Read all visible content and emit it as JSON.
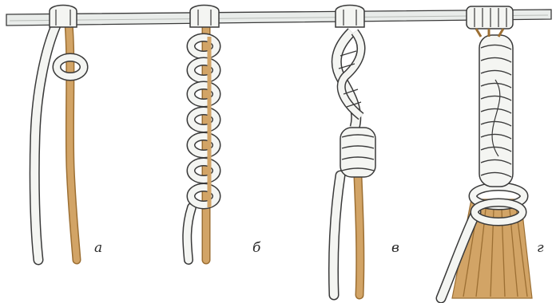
{
  "panels": [
    {
      "label": "а",
      "technique": "loop-around-core"
    },
    {
      "label": "б",
      "technique": "repeated-half-hitch-chain"
    },
    {
      "label": "в",
      "technique": "twisted-spiral-then-wrap"
    },
    {
      "label": "г",
      "technique": "spiral-wrap-bundle-fringe"
    }
  ],
  "colors": {
    "rod": "#e9ecea",
    "cord_white": "#f4f5f2",
    "cord_outline": "#3a3a3a",
    "cord_tan": "#d2a466",
    "cord_tan_dark": "#9c6f33"
  }
}
